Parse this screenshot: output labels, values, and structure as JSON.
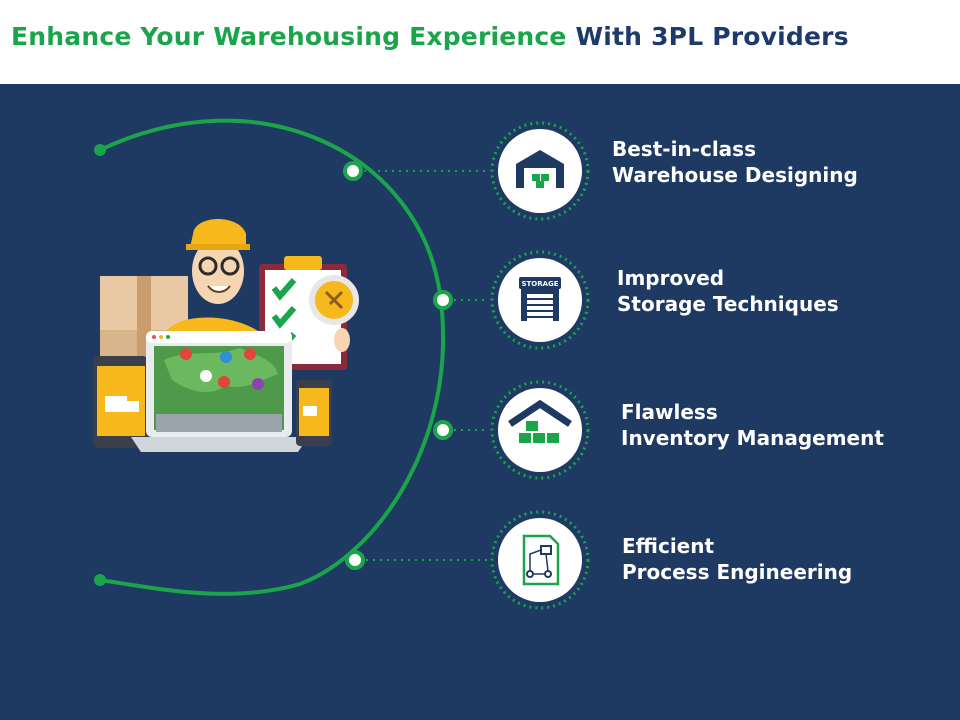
{
  "title": {
    "part1": "Enhance Your Warehousing Experience",
    "part2": "With 3PL Providers"
  },
  "colors": {
    "green": "#1aa54a",
    "navy": "#1d3a6b",
    "panel": "#1e3a63",
    "white": "#ffffff"
  },
  "illustration": {
    "storage_sign": "STORAGE"
  },
  "features": [
    {
      "line1": "Best-in-class",
      "line2": "Warehouse Designing",
      "icon": "warehouse-icon"
    },
    {
      "line1": "Improved",
      "line2": "Storage Techniques",
      "icon": "storage-icon"
    },
    {
      "line1": "Flawless",
      "line2": "Inventory Management",
      "icon": "inventory-icon"
    },
    {
      "line1": "Efficient",
      "line2": "Process Engineering",
      "icon": "process-icon"
    }
  ]
}
